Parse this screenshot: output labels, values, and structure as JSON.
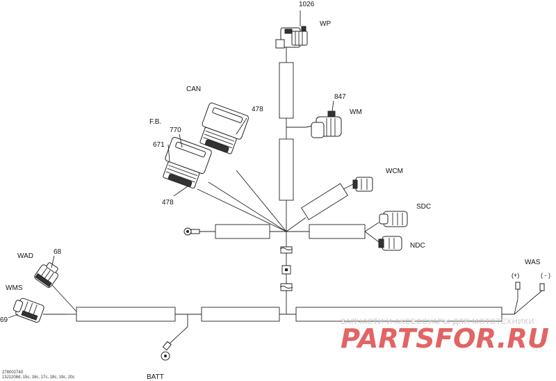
{
  "labels": {
    "part_1026": "1026",
    "wp": "WP",
    "can": "CAN",
    "part_847": "847",
    "wm": "WM",
    "fb": "F.B.",
    "part_478_top": "478",
    "part_770": "770",
    "part_671": "671",
    "part_478_bottom": "478",
    "wcm": "WCM",
    "sdc": "SDC",
    "ndc": "NDC",
    "wad": "WAD",
    "part_68": "68",
    "wms": "WMS",
    "part_69": "69",
    "was": "WAS",
    "plus": "(+)",
    "minus": "( - )",
    "batt": "BATT"
  },
  "footer": {
    "drawing_number": "278002740",
    "applicability": "13J1208d, 15c, 16c, 17c, 18c, 19c, 20c"
  },
  "watermark": {
    "tagline": "ЗАПЧАСТИ И АКСЕССУАРЫ ДЛЯ МОТОТЕХНИКИ",
    "logo": "PARTSFOR.RU"
  }
}
